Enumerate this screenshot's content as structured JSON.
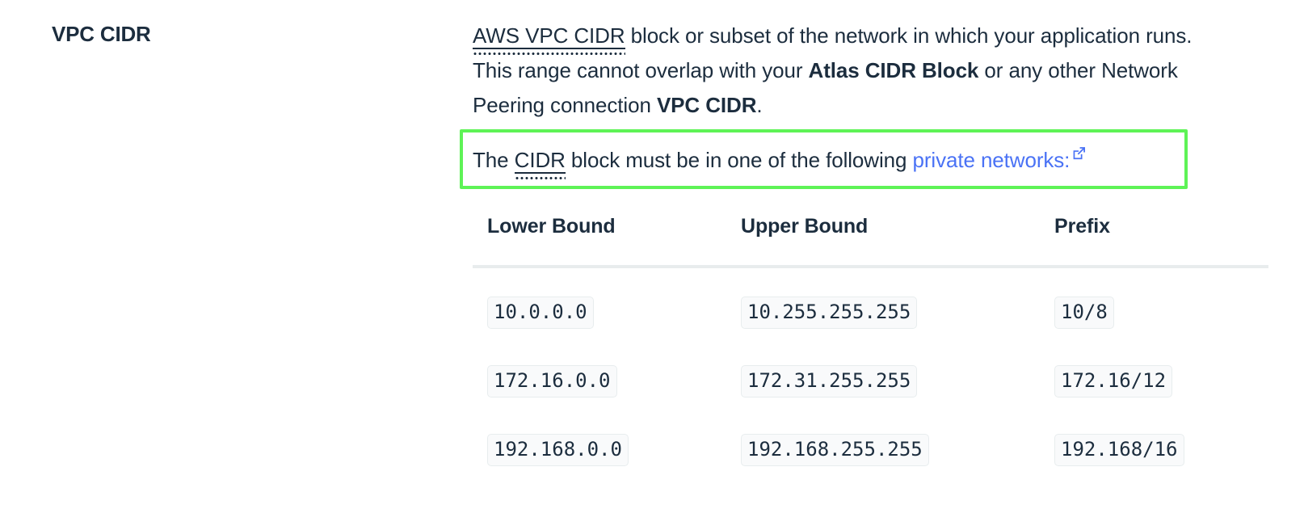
{
  "field": {
    "label": "VPC CIDR"
  },
  "description": {
    "abbr_aws_vpc_cidr": "AWS VPC CIDR",
    "part1": " block or subset of the network in which your application runs. This range cannot overlap with your ",
    "bold_atlas_cidr_block": "Atlas CIDR Block",
    "part2": " or any other Network Peering connection ",
    "bold_vpc_cidr": "VPC CIDR",
    "part3": "."
  },
  "cidr_note": {
    "prefix": "The ",
    "abbr_cidr": "CIDR",
    "middle": " block must be in one of the following ",
    "link_text": "private networks:",
    "link_color": "#4a72f5",
    "external_link_icon": "external-link-icon",
    "highlight_color": "#5ef356"
  },
  "table": {
    "headers": [
      "Lower Bound",
      "Upper Bound",
      "Prefix"
    ],
    "rows": [
      {
        "lower": "10.0.0.0",
        "upper": "10.255.255.255",
        "prefix": "10/8"
      },
      {
        "lower": "172.16.0.0",
        "upper": "172.31.255.255",
        "prefix": "172.16/12"
      },
      {
        "lower": "192.168.0.0",
        "upper": "192.168.255.255",
        "prefix": "192.168/16"
      }
    ]
  }
}
